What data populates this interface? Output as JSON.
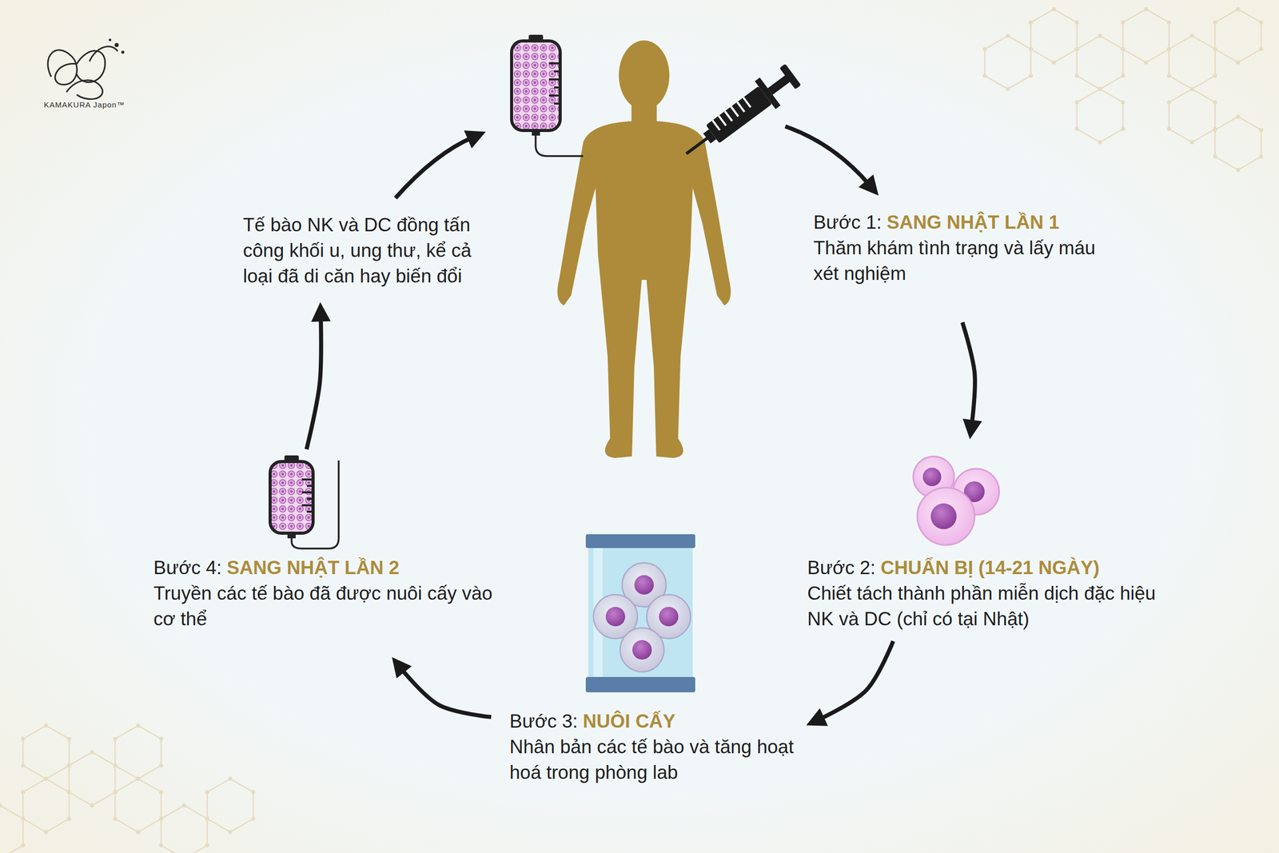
{
  "diagram": {
    "nodes": [
      {
        "text": [
          "Bước 1:",
          "SANG NHẬT LẦN 1",
          "Thăm khám tình trạng và lấy máu xét nghiệm"
        ]
      },
      {
        "text": [
          "Bước 2:",
          "CHUẨN BỊ (14-21 NGÀY)",
          "Chiết tách thành phần miễn dịch đặc hiệu NK và DC (chỉ có tại Nhật)"
        ]
      },
      {
        "text": [
          "Bước 3:",
          "NUÔI CẤY",
          "Nhân bản các tế bào và tăng hoạt hoá trong phòng lab"
        ]
      },
      {
        "text": [
          "Bước 4:",
          "SANG NHẬT LẦN 2",
          "Truyền các tế bào đã được nuôi cấy vào cơ thể"
        ]
      },
      {
        "text": [
          "Tế bào NK và DC đồng tấn công khối u, ung thư, kể cả loại đã di căn hay biến đổi"
        ]
      }
    ],
    "edges": [
      {
        "from": 0,
        "to": 1,
        "arrow": "to"
      },
      {
        "from": 1,
        "to": 2,
        "arrow": "to"
      },
      {
        "from": 2,
        "to": 3,
        "arrow": "to"
      },
      {
        "from": 3,
        "to": 4,
        "arrow": "to"
      }
    ],
    "labels": [
      "KAMAKURA Japon™"
    ]
  }
}
